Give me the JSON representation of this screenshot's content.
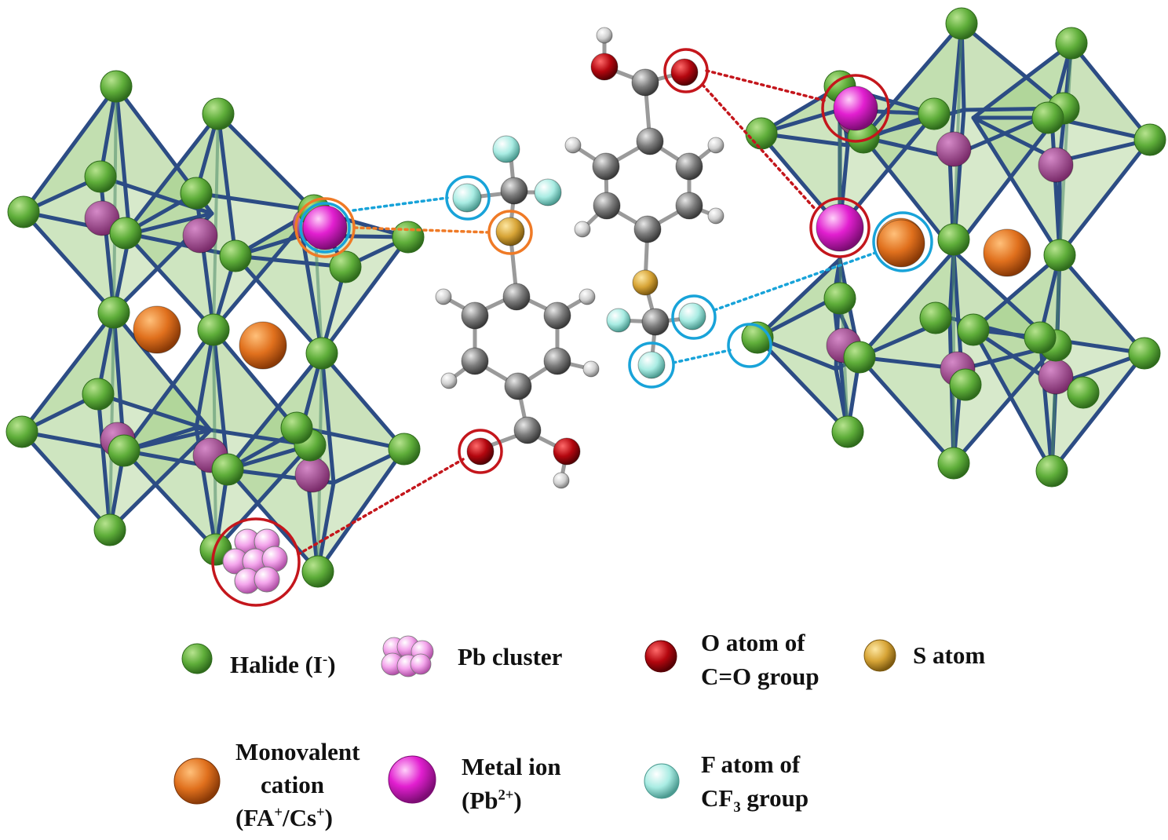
{
  "colors": {
    "halide": "#5fae3a",
    "halide_dark": "#2f6b1c",
    "pb_metal": "#e21fd0",
    "pb_cluster": "#f4a6ec",
    "cation": "#e0701d",
    "o_atom": "#b4070f",
    "s_atom": "#d7a436",
    "f_atom": "#a9ece3",
    "carbon": "#7c7c7c",
    "hydrogen": "#d8d8d8",
    "octahedron_fill": "#a6cf8c",
    "octahedron_edge": "#2c4c84",
    "highlight_red": "#c4161c",
    "highlight_blue": "#18a3d9",
    "highlight_orange": "#ef7a26"
  },
  "legend": {
    "halide": {
      "main": "Halide (I",
      "sup": "-",
      "end": ")",
      "icon": "green-sphere-icon"
    },
    "pb_cluster": {
      "text": "Pb cluster",
      "icon": "pb-cluster-icon"
    },
    "o_atom": {
      "line1": "O atom of",
      "line2": "C=O group",
      "icon": "red-sphere-icon"
    },
    "s_atom": {
      "text": "S atom",
      "icon": "yellow-sphere-icon"
    },
    "cation": {
      "line1": "Monovalent",
      "line2": "cation",
      "l3a": "(FA",
      "l3b": "+",
      "l3c": "/Cs",
      "l3d": "+",
      "l3e": ")",
      "icon": "orange-sphere-icon"
    },
    "metal": {
      "line1": "Metal ion",
      "l2a": "(Pb",
      "l2b": "2+",
      "l2c": ")",
      "icon": "magenta-sphere-icon"
    },
    "f_atom": {
      "line1": "F atom of",
      "l2a": "CF",
      "l2b": "3",
      "l2c": " group",
      "icon": "cyan-sphere-icon"
    }
  }
}
